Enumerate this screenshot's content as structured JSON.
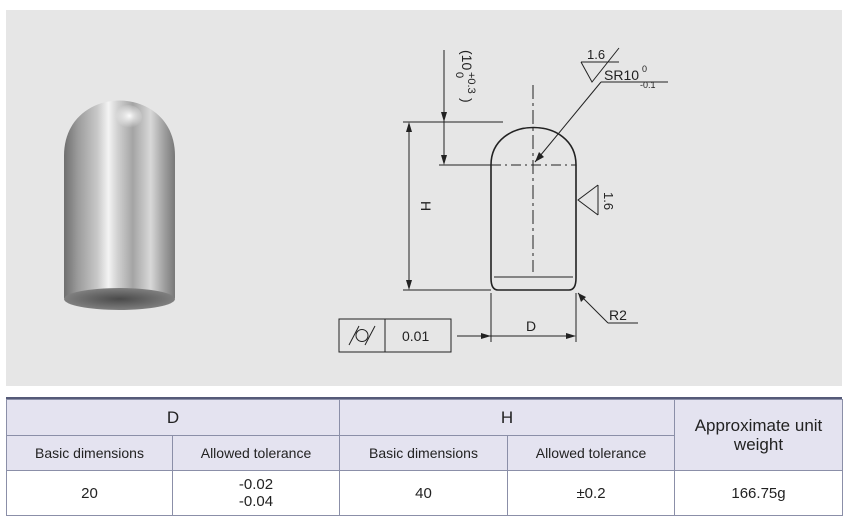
{
  "drawing": {
    "height_dim": {
      "text": "(10",
      "tol_upper": "+0.3",
      "tol_lower": "0",
      "close": ")"
    },
    "surface_roughness_top": "1.6",
    "sphere_radius": {
      "label": "SR10",
      "tol_upper": "0",
      "tol_lower": "-0.1"
    },
    "surface_roughness_side": "1.6",
    "h_label": "H",
    "d_label": "D",
    "fillet_radius": "R2",
    "cylindricity": {
      "symbol": "cylindricity",
      "value": "0.01"
    },
    "colors": {
      "background": "#e6e6e6",
      "line": "#222222",
      "header_fill": "#e4e3f0"
    }
  },
  "table": {
    "groups": [
      "D",
      "H"
    ],
    "weight_header": "Approximate unit weight",
    "subheaders": [
      "Basic dimensions",
      "Allowed tolerance",
      "Basic dimensions",
      "Allowed tolerance"
    ],
    "row": {
      "d_basic": "20",
      "d_tol_upper": "-0.02",
      "d_tol_lower": "-0.04",
      "h_basic": "40",
      "h_tol": "±0.2",
      "weight": "166.75g"
    }
  }
}
